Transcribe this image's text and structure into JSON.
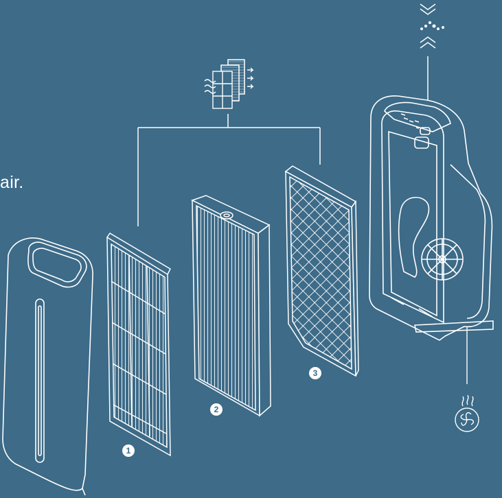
{
  "partial_caption": "air.",
  "badges": {
    "one": "1",
    "two": "2",
    "three": "3"
  },
  "colors": {
    "background": "#3d6b88",
    "line": "#ffffff"
  },
  "icons": {
    "filter_stack": "filter-stack-icon",
    "air_quality": "air-quality-sensor-icon",
    "fan": "fan-airflow-icon"
  }
}
